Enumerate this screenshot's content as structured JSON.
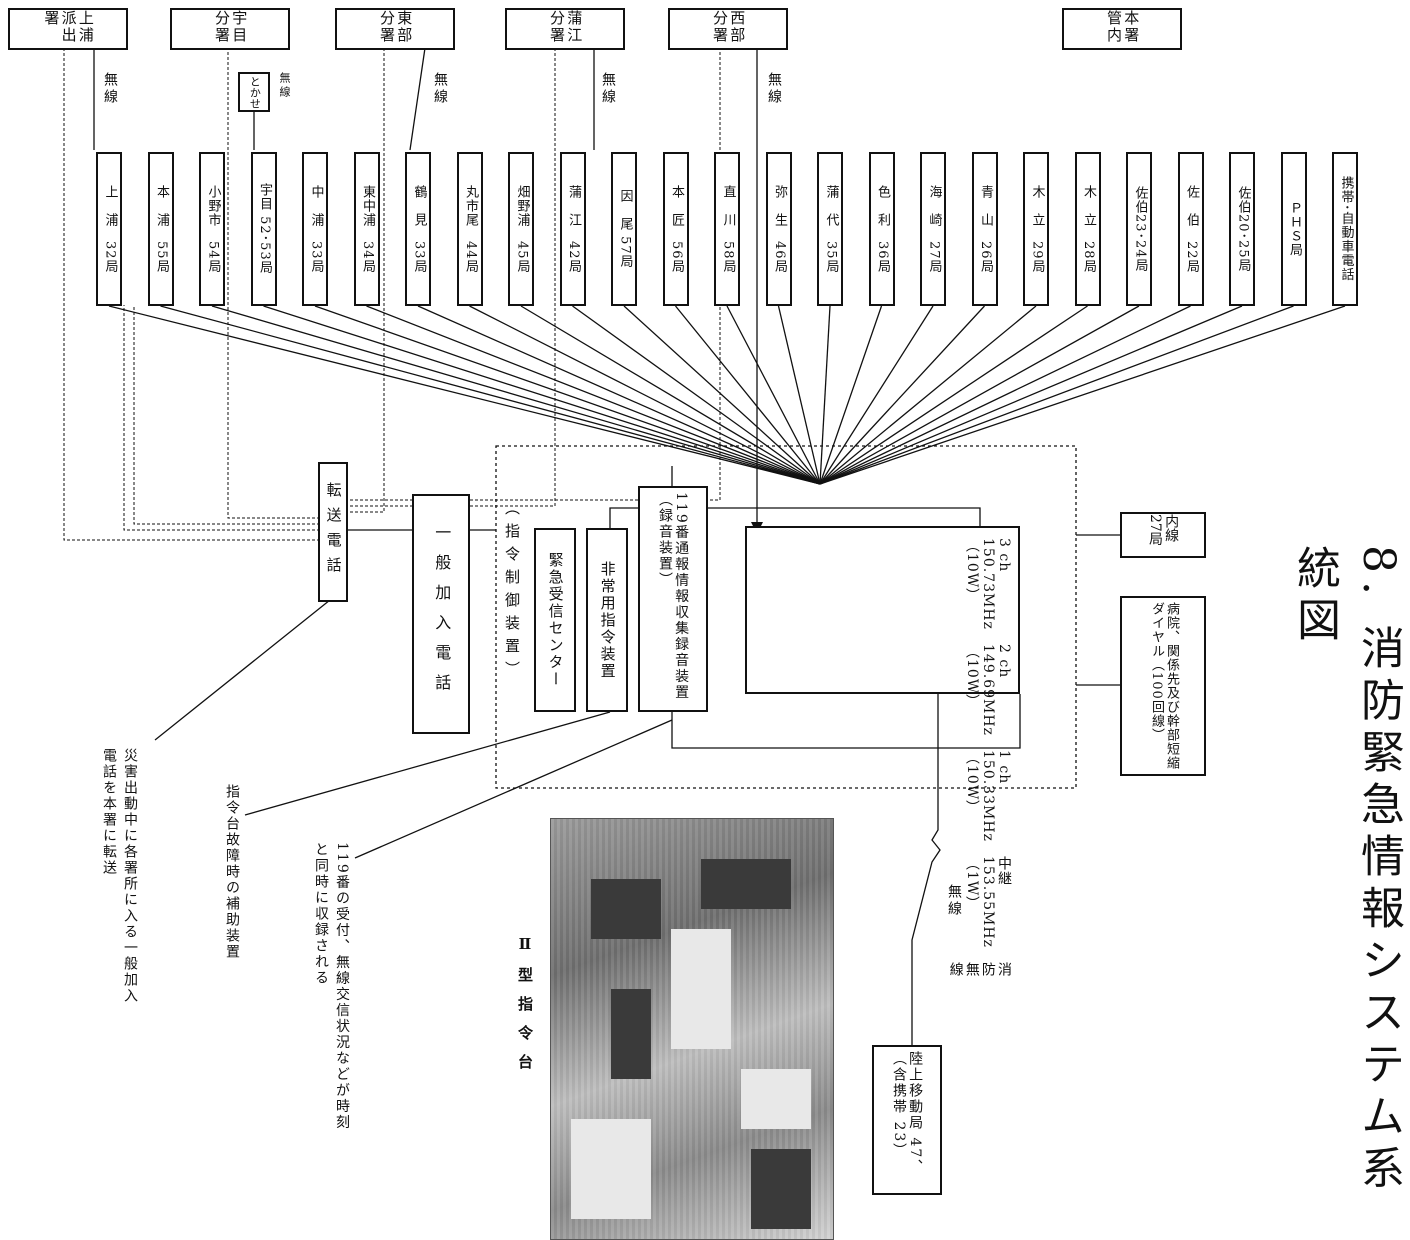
{
  "title": "8. 消防緊急情報システム系統図",
  "top_stations": [
    {
      "id": "kamiura",
      "label": "上浦派出署"
    },
    {
      "id": "ume",
      "label": "宇目分署"
    },
    {
      "id": "tobu",
      "label": "東部分署"
    },
    {
      "id": "kamae",
      "label": "蒲江分署"
    },
    {
      "id": "seibu",
      "label": "西部分署"
    },
    {
      "id": "honsho",
      "label": "本署管内"
    }
  ],
  "relay_box": "とかせ",
  "radio_label": "無線",
  "exchanges": [
    "上　浦　32局",
    "本　浦　55局",
    "小野市　54局",
    "宇目 52･53局",
    "中　浦　33局",
    "東中浦　34局",
    "鶴　見　33局",
    "丸市尾　44局",
    "畑野浦　45局",
    "蒲　江　42局",
    "因　尾 57局",
    "本　匠　56局",
    "直　川　58局",
    "弥　生　46局",
    "蒲　代　35局",
    "色　利　36局",
    "海　崎　27局",
    "青　山　26局",
    "木　立　29局",
    "木　立　28局",
    "佐伯23･24局",
    "佐　伯　22局",
    "佐伯20･25局",
    "ＰＨＳ局",
    "携帯･自動車電話"
  ],
  "radio_system": {
    "title": "消防無線",
    "lines": [
      "中継　153.55MHz （1W）",
      "1 ch　150.33MHz （10W）",
      "2 ch　149.69MHz （10W）",
      "3 ch　150.73MHz （10W）"
    ]
  },
  "recorder": "119番通報情報収集録音装置（録音装置）",
  "emergency": "非常用指令装置",
  "reception_center": "緊急受信センター",
  "control": "（指令制御装置）",
  "subscriber": "一般加入電話",
  "transfer_phone": "転送電話",
  "naisen": "内線27局",
  "hospital": "病院、関係先及び幹部短縮ダイヤル（100回線）",
  "mobile": "陸上移動局 47、（含携帯 23）",
  "photo_caption": "Ⅱ型指令台",
  "notes": {
    "recorder": "119番の受付、無線交信状況などが時刻と同時に収録される",
    "emergency": "指令台故障時の補助装置",
    "transfer": "災害出動中に各署所に入る一般加入電話を本署に転送"
  }
}
